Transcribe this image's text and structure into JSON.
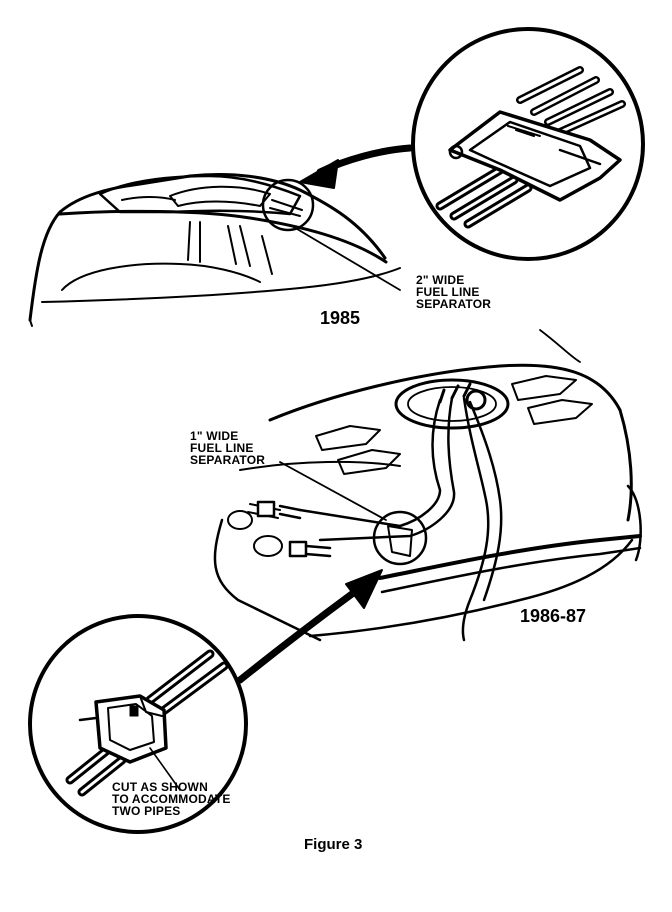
{
  "diagram": {
    "labels": {
      "separator_2in": [
        "2\" WIDE",
        "FUEL LINE",
        "SEPARATOR"
      ],
      "year_1985": "1985",
      "separator_1in": [
        "1\" WIDE",
        "FUEL LINE",
        "SEPARATOR"
      ],
      "year_1986": "1986-87",
      "cut_note": [
        "CUT AS SHOWN",
        "TO ACCOMMODATE",
        "TWO PIPES"
      ],
      "caption": "Figure 3"
    },
    "colors": {
      "ink": "#000000",
      "paper": "#ffffff"
    }
  }
}
